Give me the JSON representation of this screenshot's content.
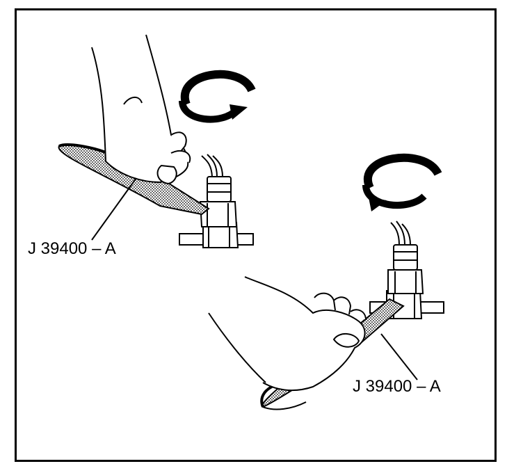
{
  "figure": {
    "callouts": [
      {
        "id": "tool-callout-upper",
        "text": "J 39400 – A"
      },
      {
        "id": "tool-callout-lower",
        "text": "J 39400 – A"
      }
    ],
    "icons": [
      "rotation-arrow-icon",
      "hand-icon",
      "strap-wrench-icon",
      "sensor-fitting-icon"
    ],
    "colors": {
      "line": "#000000",
      "background": "#ffffff"
    }
  }
}
